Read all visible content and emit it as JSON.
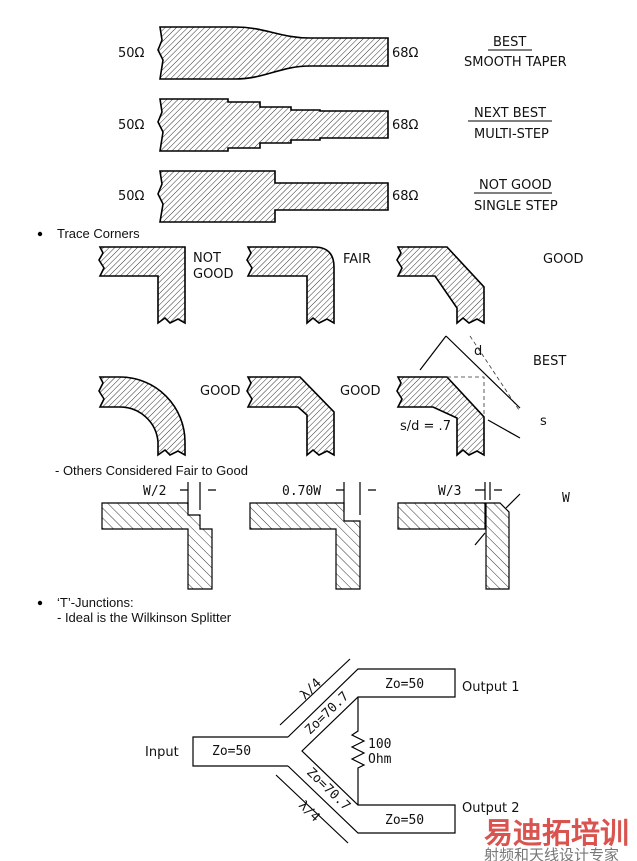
{
  "tapers": [
    {
      "left": "50Ω",
      "right": "68Ω",
      "rating": "BEST",
      "desc": "SMOOTH TAPER"
    },
    {
      "left": "50Ω",
      "right": "68Ω",
      "rating": "NEXT BEST",
      "desc": "MULTI-STEP"
    },
    {
      "left": "50Ω",
      "right": "68Ω",
      "rating": "NOT GOOD",
      "desc": "SINGLE STEP"
    }
  ],
  "corners": {
    "bullet": "Trace Corners",
    "labels": [
      "NOT",
      "GOOD",
      "FAIR",
      "GOOD",
      "GOOD",
      "GOOD",
      "BEST"
    ],
    "best_dims": {
      "d": "d",
      "s": "s",
      "ratio": "s/d = .7"
    },
    "others": "- Others Considered Fair to Good",
    "fair_dims": [
      "W/2",
      "0.70W",
      "W/3",
      "W"
    ]
  },
  "tjunction": {
    "bullet": "‘T’-Junctions:",
    "sub": "- Ideal is the Wilkinson Splitter",
    "input": "Input",
    "in_z": "Zo=50",
    "out1": "Output 1",
    "out2": "Output 2",
    "out1_z": "Zo=50",
    "out2_z": "Zo=50",
    "arm_z1": "Zo=70.7",
    "arm_z2": "Zo=70.7",
    "lambda1": "λ/4",
    "lambda2": "λ/4",
    "res1": "100",
    "res2": "Ohm"
  },
  "watermark": {
    "title": "易迪拓培训",
    "sub": "射频和天线设计专家",
    "color": "#d9534f"
  }
}
